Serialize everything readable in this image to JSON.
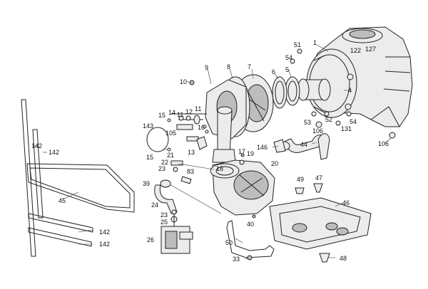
{
  "diagram": {
    "labels": {
      "p1": "1",
      "p4": "4",
      "p5": "5",
      "p6": "6",
      "p7": "7",
      "p8": "8",
      "p9": "9",
      "p10": "10",
      "p11a": "11",
      "p11b": "11",
      "p12": "12",
      "p13": "13",
      "p14": "14",
      "p15a": "15",
      "p15b": "15",
      "p16": "16",
      "p17": "17",
      "p18": "18",
      "p19": "19",
      "p20": "20",
      "p21": "21",
      "p22": "22",
      "p23a": "23",
      "p23b": "23",
      "p24": "24",
      "p25": "25",
      "p26": "26",
      "p33": "33",
      "p39": "39",
      "p40": "40",
      "p44": "44",
      "p45": "45",
      "p46": "46",
      "p47": "47",
      "p48": "48",
      "p49": "49",
      "p50": "50",
      "p51": "51",
      "p52": "52",
      "p53": "53",
      "p54a": "54",
      "p54b": "54",
      "p83": "83",
      "p105": "105",
      "p106a": "106",
      "p106b": "106",
      "p122": "122",
      "p127": "127",
      "p131": "131",
      "p142a": "142",
      "p142b": "142",
      "p142c": "142",
      "p142d": "142",
      "p143": "143",
      "p146": "146"
    }
  }
}
